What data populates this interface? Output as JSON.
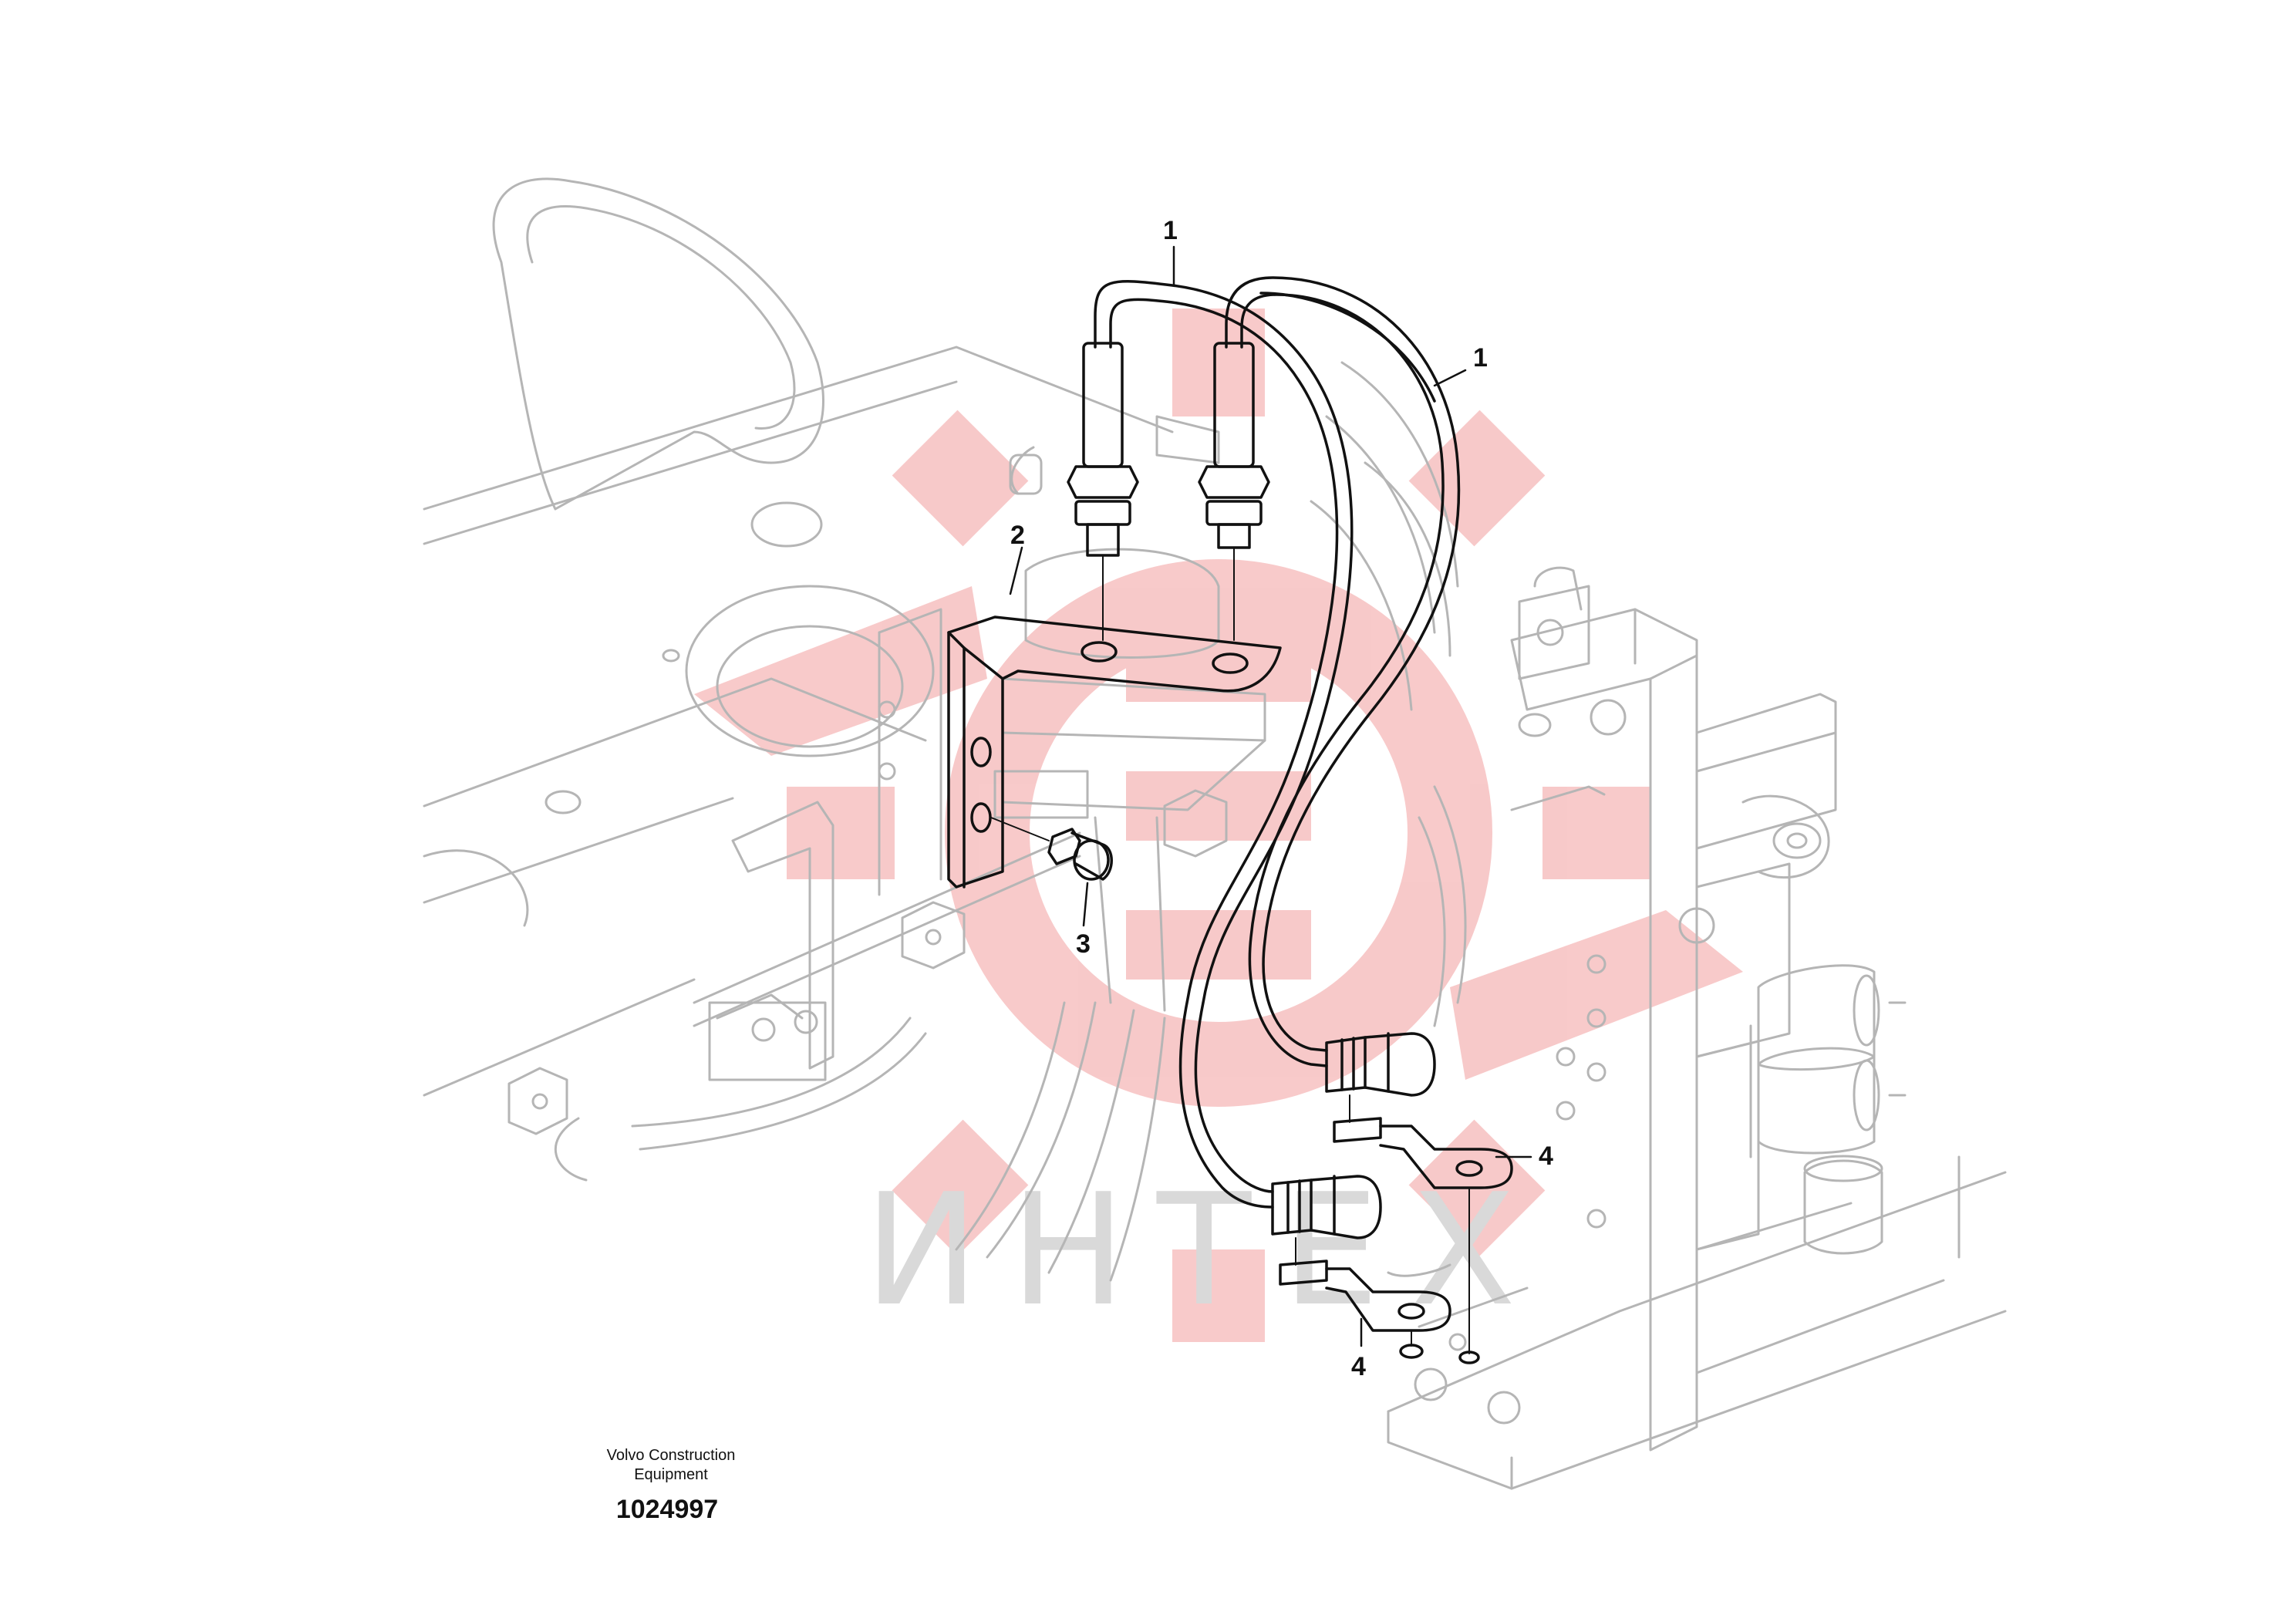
{
  "callouts": {
    "c1a": "1",
    "c1b": "1",
    "c2": "2",
    "c3": "3",
    "c4a": "4",
    "c4b": "4"
  },
  "caption": {
    "line1": "Volvo Construction",
    "line2": "Equipment",
    "part_number": "1024997"
  },
  "watermark": {
    "text": "ИНТЕХ",
    "color": "#d9d9d9",
    "logo_color": "#f5b8b8"
  },
  "colors": {
    "line_light": "#b5b5b5",
    "line_dark": "#111111",
    "background": "#ffffff"
  }
}
